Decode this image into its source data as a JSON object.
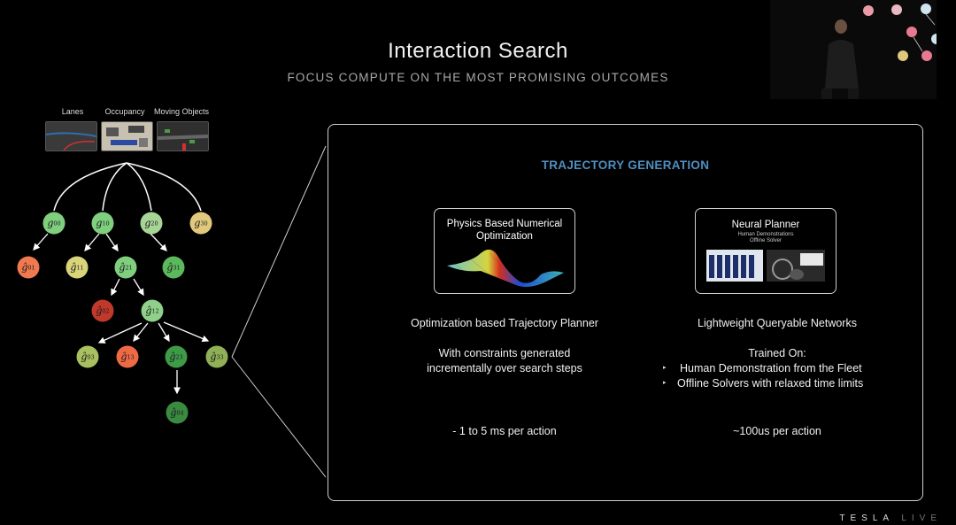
{
  "slide": {
    "title": "Interaction Search",
    "subtitle": "FOCUS COMPUTE ON THE MOST PROMISING OUTCOMES"
  },
  "inputs": [
    {
      "label": "Lanes"
    },
    {
      "label": "Occupancy"
    },
    {
      "label": "Moving Objects"
    }
  ],
  "panel": {
    "title": "TRAJECTORY GENERATION",
    "left": {
      "card_title": "Physics Based Numerical Optimization",
      "heading": "Optimization based Trajectory Planner",
      "desc_line1": "With constraints generated",
      "desc_line2": "incrementally over search steps",
      "timing": "- 1 to 5 ms per action"
    },
    "right": {
      "card_title": "Neural Planner",
      "card_sub1": "Human Demonstrations",
      "card_sub2": "Offline Solver",
      "heading": "Lightweight Queryable Networks",
      "trained_on": "Trained On:",
      "bullets": [
        "Human Demonstration from the Fleet",
        "Offline Solvers with relaxed time limits"
      ],
      "timing": "~100us per action"
    }
  },
  "tree_nodes": [
    {
      "id": "g00",
      "letter": "g",
      "sup": "0",
      "sub": "0",
      "color": "#7fcf7f"
    },
    {
      "id": "g01",
      "letter": "g",
      "sup": "1",
      "sub": "0",
      "color": "#7fcf7f"
    },
    {
      "id": "g02",
      "letter": "g",
      "sup": "2",
      "sub": "0",
      "color": "#a7d596"
    },
    {
      "id": "g03",
      "letter": "g",
      "sup": "3",
      "sub": "0",
      "color": "#e0c87c"
    },
    {
      "id": "t10",
      "letter": "ĝ",
      "sup": "0",
      "sub": "1",
      "color": "#f07a4f"
    },
    {
      "id": "t11",
      "letter": "ĝ",
      "sup": "1",
      "sub": "1",
      "color": "#d9d47a"
    },
    {
      "id": "t12",
      "letter": "ĝ",
      "sup": "2",
      "sub": "1",
      "color": "#7fcf7f"
    },
    {
      "id": "t13",
      "letter": "ĝ",
      "sup": "3",
      "sub": "1",
      "color": "#5cb85c"
    },
    {
      "id": "s20",
      "letter": "ĝ",
      "sup": "0",
      "sub": "2",
      "color": "#c0392b"
    },
    {
      "id": "s21",
      "letter": "ĝ",
      "sup": "1",
      "sub": "2",
      "color": "#8fd08a"
    },
    {
      "id": "s30",
      "letter": "ĝ",
      "sup": "0",
      "sub": "3",
      "color": "#a8c060"
    },
    {
      "id": "s31",
      "letter": "ĝ",
      "sup": "1",
      "sub": "3",
      "color": "#ee6a45"
    },
    {
      "id": "s32",
      "letter": "ĝ",
      "sup": "2",
      "sub": "3",
      "color": "#3f9a48"
    },
    {
      "id": "s33",
      "letter": "ĝ",
      "sup": "3",
      "sub": "3",
      "color": "#90b057"
    },
    {
      "id": "s40",
      "letter": "ĝ",
      "sup": "0",
      "sub": "4",
      "color": "#3a8a40"
    }
  ],
  "brand": {
    "name": "TESLA",
    "suffix": "LIVE"
  },
  "colors": {
    "accent": "#4f8fc0",
    "background": "#000000"
  }
}
